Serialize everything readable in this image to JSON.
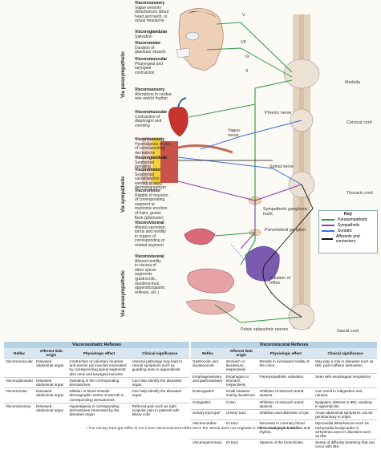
{
  "sections": {
    "parasympathetic_top": "Via parasympathetic",
    "sympathetic": "Via sympathetic",
    "parasympathetic_bottom": "Via parasympathetic"
  },
  "labels": [
    {
      "type": "Viscerosensory",
      "text": [
        "Vague sensory",
        "disturbances about",
        "head and teeth, or",
        "actual headache"
      ]
    },
    {
      "type": "Visceroglandular",
      "text": [
        "Salivation"
      ]
    },
    {
      "type": "Visceromotor",
      "text": [
        "Duration of",
        "glandular vessels"
      ]
    },
    {
      "type": "Visceromuscular",
      "text": [
        "Pharyngeal and",
        "laryngeal",
        "contraction"
      ]
    },
    {
      "type": "Viscerosensory",
      "text": [
        "Alterations in cardiac",
        "rate and/or rhythm"
      ]
    },
    {
      "type": "Visceromuscular",
      "text": [
        "Contraction of",
        "diaphragm and",
        "vomiting"
      ]
    },
    {
      "type": "Viscerosensory",
      "text": [
        "Hyperalgesia in skin",
        "of corresponding",
        "dermatome"
      ]
    },
    {
      "type": "Visceroglandular",
      "text": [
        "Segmental",
        "sweating"
      ]
    },
    {
      "type": "Visceromotor",
      "text": [
        "Segmental",
        "vasodilatation,",
        "warmth of skin,",
        "dermatographism"
      ]
    },
    {
      "type": "Visceromotor",
      "text": [
        "Rigidity of muscles",
        "of corresponding",
        "segment or",
        "myotomic erection",
        "of hairs, goose",
        "flesh (pilomotor)"
      ]
    },
    {
      "type": "Viscerovisceral",
      "text": [
        "Altered secretion,",
        "tonus and motility",
        "in organs of",
        "corresponding or",
        "related segment"
      ]
    },
    {
      "type": "Viscerovisceral",
      "text": [
        "Altered motility",
        "in viscera of",
        "other spinal",
        "segments",
        "(gastrocolic,",
        "duodeno-ileal,",
        "appendicogastric",
        "reflexes, etc.)"
      ]
    }
  ],
  "nerve_labels": {
    "v": "V",
    "vii": "VII",
    "ix": "IX",
    "x": "X",
    "medulla": "Medulla",
    "phrenic": "Phrenic nerve",
    "cervical": "Cervical cord",
    "vagus": "Vagus nerve",
    "spinal": "Spinal nerve",
    "ganglion": "Sympathetic ganglionic trunk",
    "prevertebral": "Prevertebral ganglion",
    "thoracic": "Thoracic cord",
    "initiation": "Initiation of reflex",
    "pelvic": "Pelvic splanchnic nerves",
    "sacral": "Sacral cord"
  },
  "key": {
    "title": "Key",
    "items": [
      {
        "label": "Parasympathetic",
        "color": "#2e9a3e"
      },
      {
        "label": "Sympathetic",
        "color": "#8a3aa8"
      },
      {
        "label": "Somatic",
        "color": "#3a6fd8"
      },
      {
        "label": "Afferents and connectors",
        "color": "#111111"
      }
    ]
  },
  "viscerosomatic": {
    "title": "Viscerosomatic Reflexes",
    "headers": [
      "Reflex",
      "Afferent limb origin",
      "Physiologic effect",
      "Clinical significance"
    ],
    "rows": [
      [
        "Visceromuscular",
        "Diseased abdominal organ",
        "Contraction of voluntary muscles and erector pili muscles innervated by corresponding spinal segments; also neck and laryngeal muscles",
        "Visceral pathology may lead to clinical symptoms such as guarding seen in appendicitis."
      ],
      [
        "Visceroglandular",
        "Diseased abdominal organ",
        "Sweating in the corresponding dermatomes.",
        "Can help identify the diseased organ."
      ],
      [
        "Visceromotor",
        "Diseased abdominal organ",
        "Dilation or blood vessels: dermographic sense of warmth in corresponding dermatomes.",
        "Can help identify the diseased organ."
      ],
      [
        "Viscerosensory",
        "Diseased abdominal organ",
        "Hyperalgesia in corresponding dermatomes innervated by the diseased organ",
        "Referred pain such as right scapular pain in patients with biliary colic"
      ]
    ]
  },
  "viscerovisceral": {
    "title": "Viscerovisceral Reflexes",
    "headers": [
      "Reflex",
      "Afferent limb origin",
      "Physiologic effect",
      "Clinical significance"
    ],
    "rows": [
      [
        "Gastrocolic and duodenocolic",
        "Stomach or duodenum, respectively",
        "Results in increased motility of the colon.",
        "May play a role in diseases such as IBS, post-caffeine defecation."
      ],
      [
        "Esophagosalivary and gastrosalivary",
        "Esophagus or stomach, respectively",
        "Parasympathetic salivation.",
        "Seen with esophageal neoplasms."
      ],
      [
        "Enterogastric",
        "Small intestine mainly duodenum",
        "Inhibition of stomach antral spasms.",
        "Can result in indigestion and nausea."
      ],
      [
        "Cologastric",
        "Colon",
        "Inhibition of stomach antral spasms.",
        "Epigastric distress in IBS; vomiting in appendicitis."
      ],
      [
        "Urinary tract-gut*",
        "Urinary tract",
        "Inhibition and distention of gut.",
        "Acute abdominal symptoms can be genitourinary in origin."
      ],
      [
        "Viscerocardiac",
        "GI tract",
        "Decrease in coronary blood flow; changes in heart rate and rhythm.",
        "Myocardial disturbances such as tachycardia bradycardia or arrhythmia seen in disorders such as IBS."
      ],
      [
        "Visceropulmonary",
        "GI tract",
        "Spasms of the bronchioles.",
        "Sense of difficulty breathing that can occur with IBS."
      ]
    ]
  },
  "footnote": "* The urinary tract-gut reflex is not a true viscerovisceral reflex since the stimuli does not originate in the visceral organs itself."
}
